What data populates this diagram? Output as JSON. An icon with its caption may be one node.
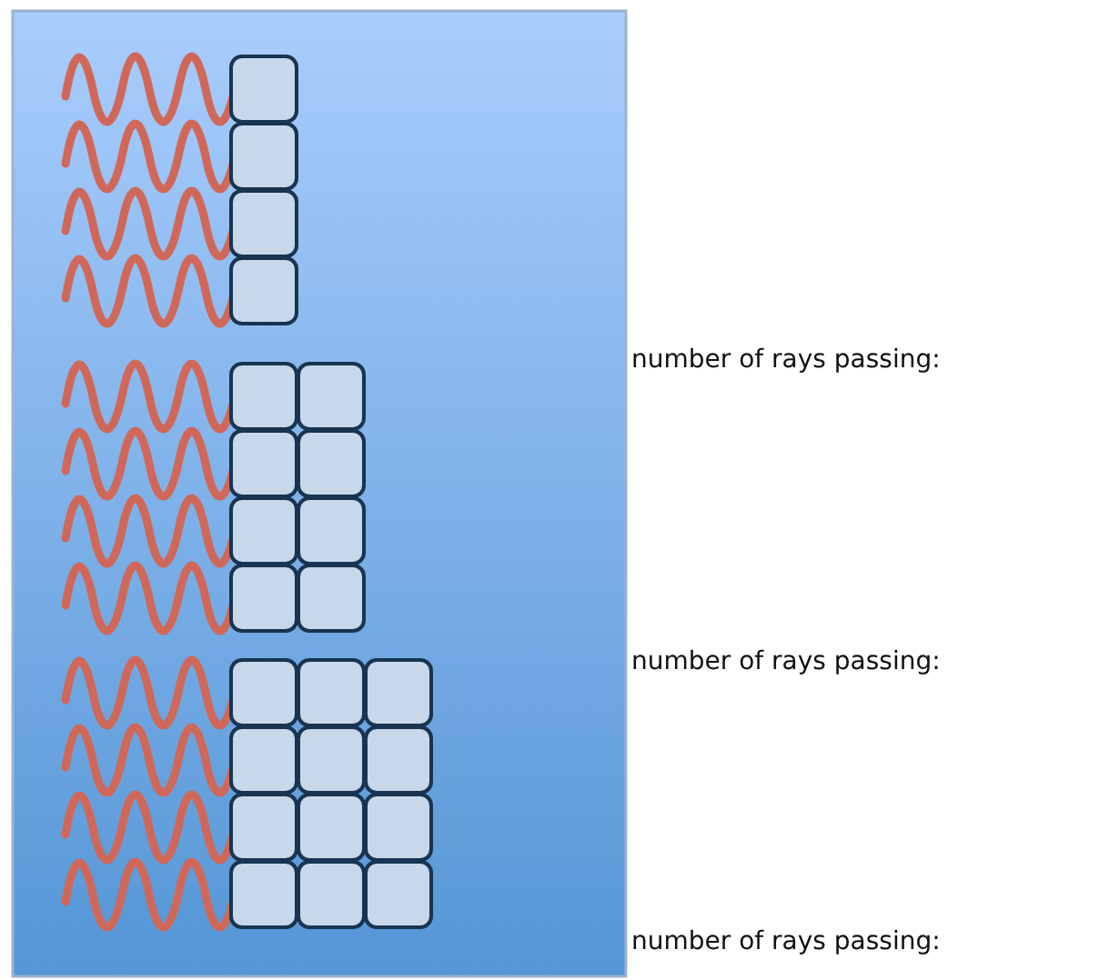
{
  "diagram": {
    "labels": [
      "number of rays passing:",
      "number of rays passing:",
      "number of rays passing:"
    ]
  }
}
